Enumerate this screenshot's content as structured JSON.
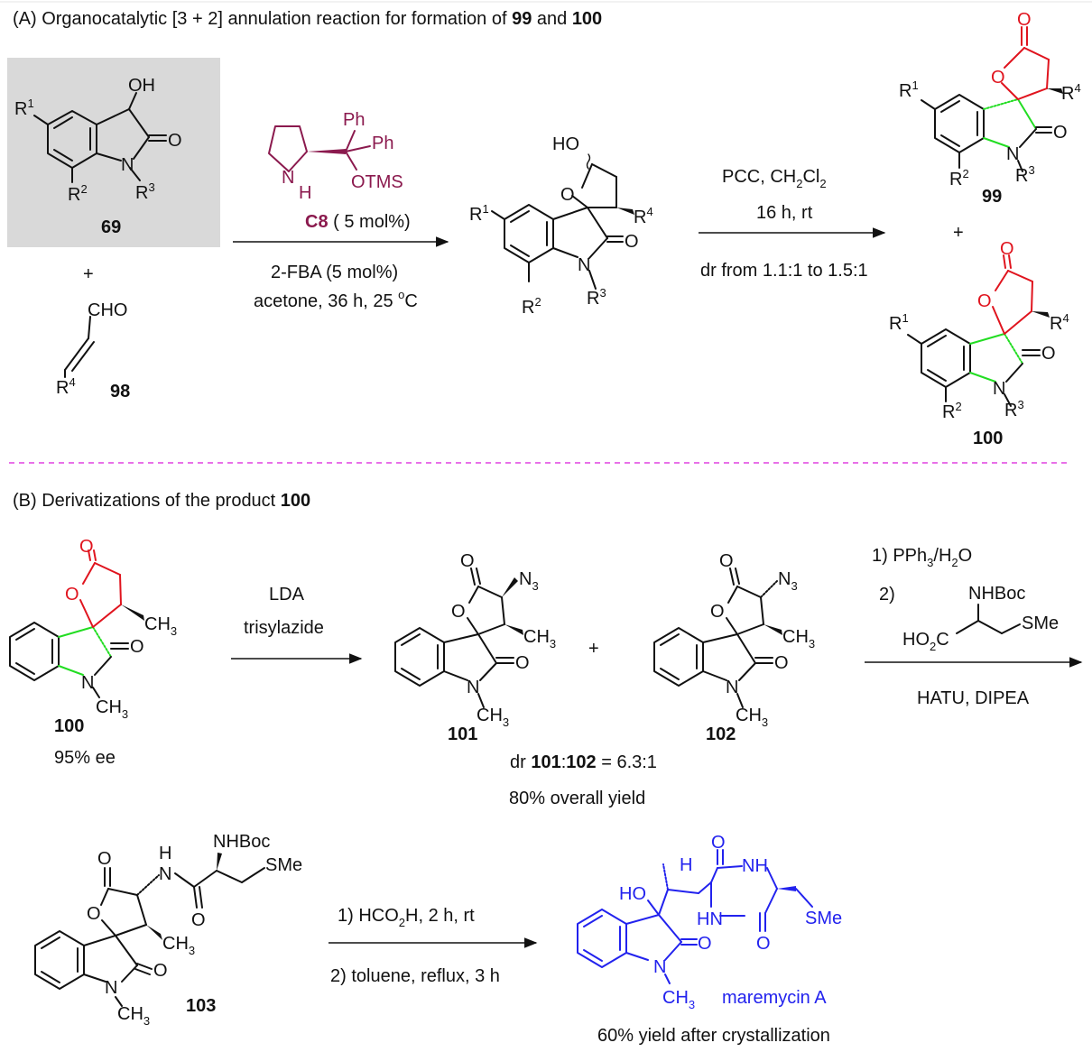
{
  "section_a": {
    "title_prefix": "(A) Organocatalytic [3 + 2] annulation reaction for formation of ",
    "title_num1": "99",
    "title_and": " and ",
    "title_num2": "100",
    "substrate_69": {
      "label": "69",
      "OH": "OH",
      "O": "O",
      "N": "N",
      "R1": "R",
      "R2": "R",
      "R3": "R"
    },
    "plus1": "+",
    "substrate_98": {
      "label": "98",
      "CHO": "CHO",
      "R4": "R"
    },
    "catalyst": {
      "Ph1": "Ph",
      "Ph2": "Ph",
      "OTMS": "OTMS",
      "NH_N": "N",
      "NH_H": "H"
    },
    "catalyst_label": "C8",
    "catalyst_loading": " ( 5 mol%)",
    "conditions_line1": "2-FBA (5 mol%)",
    "conditions_line2": "acetone, 36 h, 25 ",
    "conditions_deg": "o",
    "conditions_C": "C",
    "step2_line1_a": "PCC, CH",
    "step2_line1_b": "Cl",
    "step2_line2": "16 h, rt",
    "step2_line3": "dr from 1.1:1 to 1.5:1",
    "product_99": "99",
    "product_100": "100",
    "plus2": "+"
  },
  "section_b": {
    "title_prefix": "(B) Derivatizations of the product ",
    "title_num": "100",
    "start_label": "100",
    "start_ee": "95% ee",
    "reagent1": "LDA",
    "reagent2": "trisylazide",
    "product_101": "101",
    "product_102": "102",
    "plus": "+",
    "dr_prefix": "dr ",
    "dr_a": "101",
    "dr_sep": ":",
    "dr_b": "102",
    "dr_value": " = 6.3:1",
    "yield1": "80% overall yield",
    "step3_1_a": "1) PPh",
    "step3_1_b": "/H",
    "step3_1_c": "O",
    "step3_2": "2)",
    "NHBoc": "NHBoc",
    "SMe": "SMe",
    "HO2C_a": "HO",
    "HO2C_b": "C",
    "step3_reagents": "HATU, DIPEA",
    "product_103": "103",
    "step4_1_a": "1) HCO",
    "step4_1_b": "H, 2 h, rt",
    "step4_2": "2) toluene, reflux, 3 h",
    "final_name": "maremycin A",
    "final_yield": "60% yield after crystallization"
  },
  "colors": {
    "lactone": "#e0141e",
    "spiro_bond": "#22dd22",
    "maremycin": "#2222ee",
    "catalyst": "#8b1a4e",
    "highlight_box": "#d9d9d9",
    "divider": "#e040e0"
  }
}
